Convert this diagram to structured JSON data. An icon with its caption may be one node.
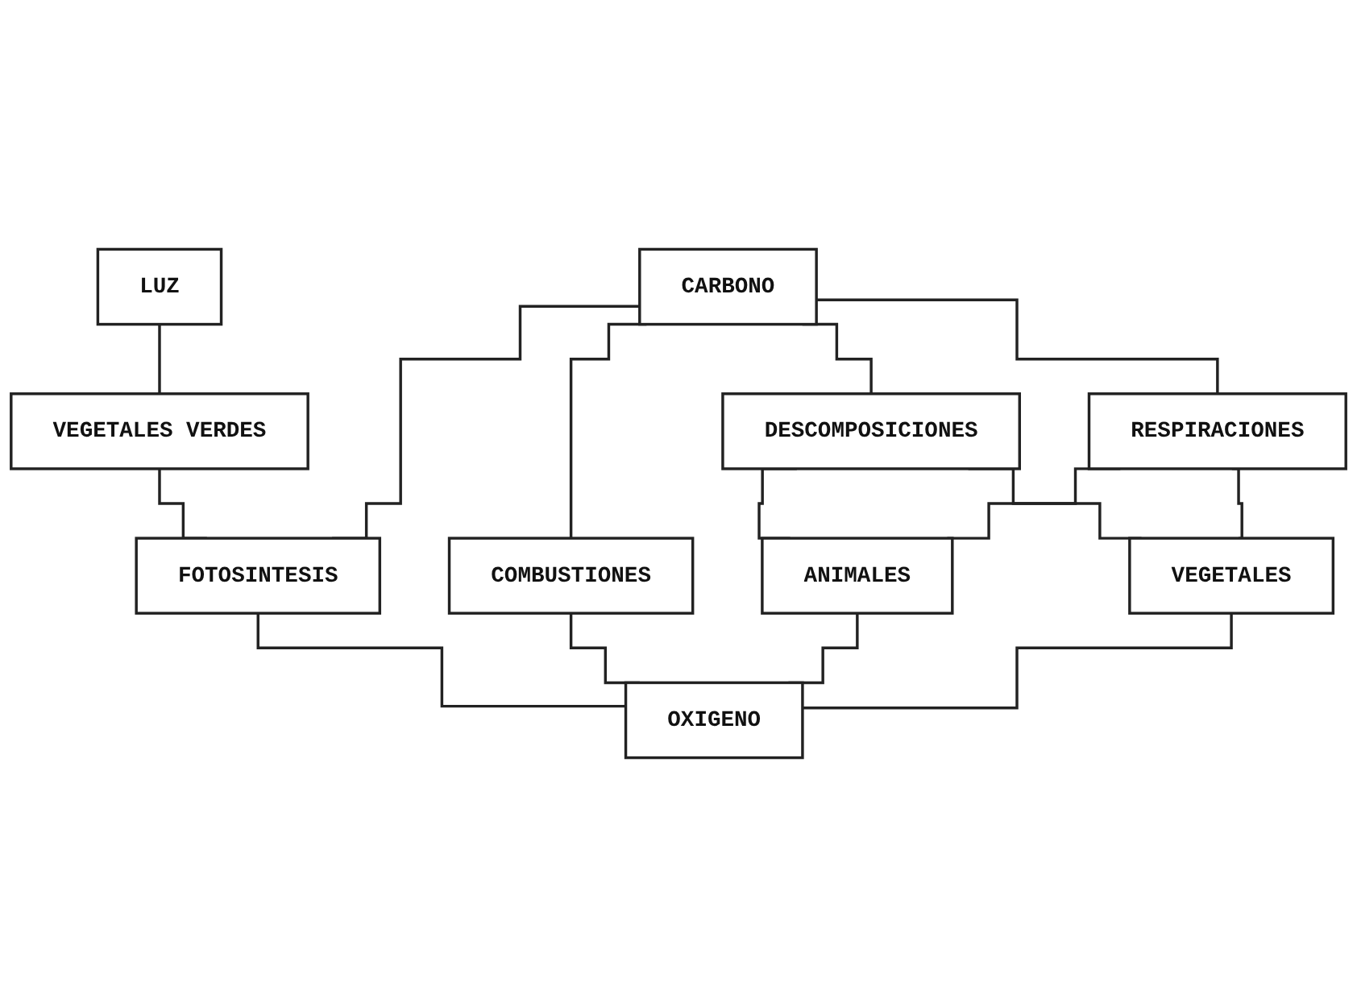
{
  "diagram": {
    "nodes": [
      {
        "text": [
          "CARBONO"
        ]
      },
      {
        "text": [
          "LUZ"
        ]
      },
      {
        "text": [
          "OXIGENO"
        ]
      },
      {
        "text": [
          "VEGETALES VERDES"
        ]
      },
      {
        "text": [
          "FOTOSINTESIS"
        ]
      },
      {
        "text": [
          "COMBUSTIONES"
        ]
      },
      {
        "text": [
          "DESCOMPOSICIONES"
        ]
      },
      {
        "text": [
          "ANIMALES"
        ]
      },
      {
        "text": [
          "RESPIRACIONES"
        ]
      },
      {
        "text": [
          "VEGETALES"
        ]
      }
    ],
    "edges": [
      {
        "from": 1,
        "to": 3,
        "arrow": "none"
      },
      {
        "from": 3,
        "to": 4,
        "arrow": "none"
      },
      {
        "from": 0,
        "to": 4,
        "arrow": "none"
      },
      {
        "from": 4,
        "to": 2,
        "arrow": "none"
      },
      {
        "from": 0,
        "to": 5,
        "arrow": "none"
      },
      {
        "from": 5,
        "to": 2,
        "arrow": "none"
      },
      {
        "from": 0,
        "to": 6,
        "arrow": "none"
      },
      {
        "from": 0,
        "to": 8,
        "arrow": "none"
      },
      {
        "from": 6,
        "to": 7,
        "arrow": "none"
      },
      {
        "from": 6,
        "to": 9,
        "arrow": "none"
      },
      {
        "from": 8,
        "to": 7,
        "arrow": "none"
      },
      {
        "from": 8,
        "to": 9,
        "arrow": "none"
      },
      {
        "from": 7,
        "to": 2,
        "arrow": "none"
      },
      {
        "from": 9,
        "to": 2,
        "arrow": "none"
      }
    ]
  }
}
